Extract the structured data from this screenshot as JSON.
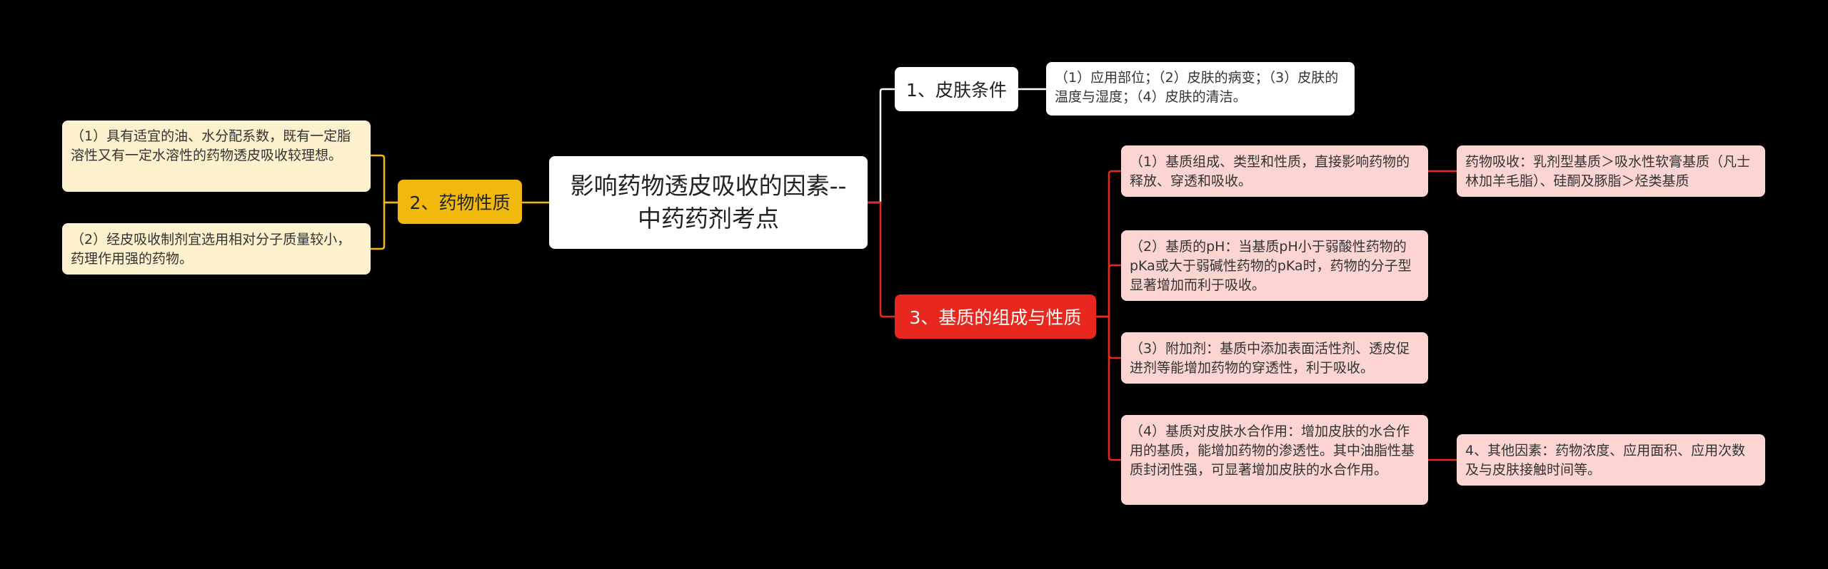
{
  "root": {
    "title": "影响药物透皮吸收的因素--中药药剂考点"
  },
  "branches": {
    "skin": {
      "label": "1、皮肤条件",
      "detail": "（1）应用部位；（2）皮肤的病变；（3）皮肤的温度与湿度；（4）皮肤的清洁。"
    },
    "drug": {
      "label": "2、药物性质",
      "details": [
        "（1）具有适宜的油、水分配系数，既有一定脂溶性又有一定水溶性的药物透皮吸收较理想。",
        "（2）经皮吸收制剂宜选用相对分子质量较小，药理作用强的药物。"
      ]
    },
    "matrix": {
      "label": "3、基质的组成与性质",
      "details": [
        "（1）基质组成、类型和性质，直接影响药物的释放、穿透和吸收。",
        "（2）基质的pH：当基质pH小于弱酸性药物的pKa或大于弱碱性药物的pKa时，药物的分子型显著增加而利于吸收。",
        "（3）附加剂：基质中添加表面活性剂、透皮促进剂等能增加药物的穿透性，利于吸收。",
        "（4）基质对皮肤水合作用：增加皮肤的水合作用的基质，能增加药物的渗透性。其中油脂性基质封闭性强，可显著增加皮肤的水合作用。"
      ],
      "sub1": "药物吸收：乳剂型基质＞吸水性软膏基质（凡士林加羊毛脂）、硅酮及豚脂＞烃类基质",
      "sub4": "4、其他因素：药物浓度、应用面积、应用次数及与皮肤接触时间等。"
    }
  },
  "colors": {
    "background": "#000000",
    "root_fill": "#ffffff",
    "skin_fill": "#ffffff",
    "drug_fill": "#f0b90b",
    "drug_leaf_fill": "#fdf0cc",
    "matrix_fill": "#e8281e",
    "matrix_leaf_fill": "#fcd5d2",
    "skin_line": "#ffffff",
    "drug_line": "#f0b90b",
    "matrix_line": "#e8281e"
  }
}
